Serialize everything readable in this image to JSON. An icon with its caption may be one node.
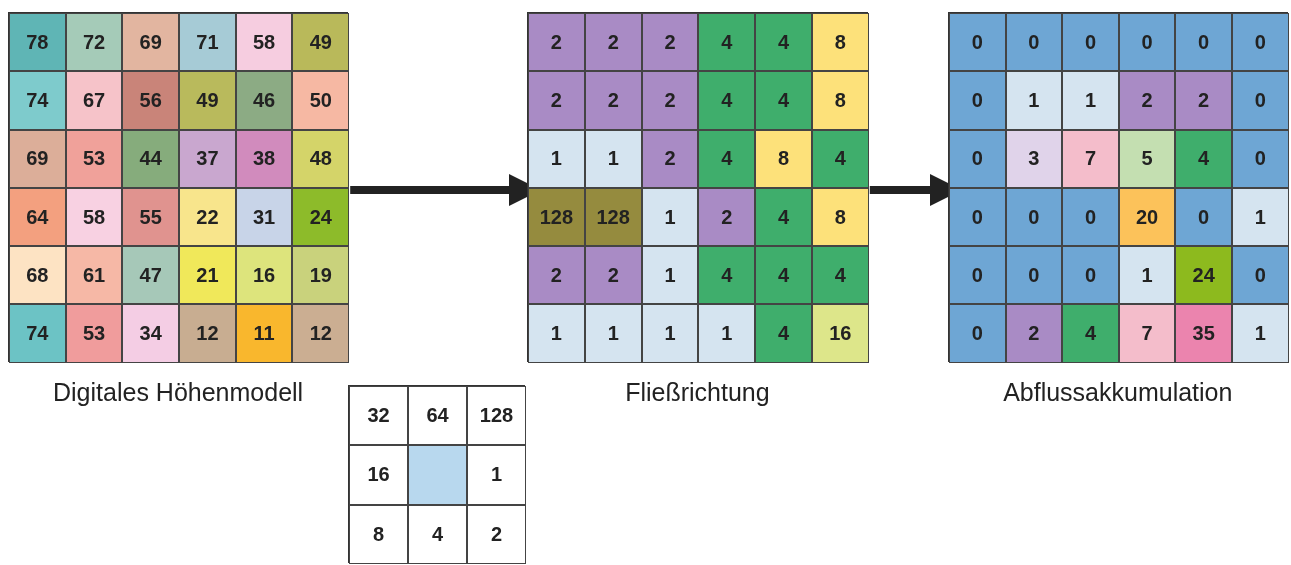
{
  "diagram": {
    "nodes": [
      {
        "text": [
          "Digitales Höhenmodell"
        ]
      },
      {
        "text": [
          "Fließrichtung"
        ]
      },
      {
        "text": [
          "Abflussakkumulation"
        ]
      },
      {
        "text": [],
        "shape": "box"
      }
    ],
    "edges": [
      {
        "from": 0,
        "to": 1,
        "arrow": "to"
      },
      {
        "from": 1,
        "to": 2,
        "arrow": "to"
      }
    ],
    "labels": [
      "78",
      "72",
      "69",
      "71",
      "58",
      "49",
      "74",
      "67",
      "56",
      "49",
      "46",
      "50",
      "69",
      "53",
      "44",
      "37",
      "38",
      "48",
      "64",
      "58",
      "55",
      "22",
      "31",
      "24",
      "68",
      "61",
      "47",
      "21",
      "16",
      "19",
      "74",
      "53",
      "34",
      "12",
      "11",
      "12",
      "2",
      "2",
      "2",
      "4",
      "4",
      "8",
      "2",
      "2",
      "2",
      "4",
      "4",
      "8",
      "1",
      "1",
      "2",
      "4",
      "8",
      "4",
      "128",
      "128",
      "1",
      "2",
      "4",
      "8",
      "2",
      "2",
      "1",
      "4",
      "4",
      "4",
      "1",
      "1",
      "1",
      "1",
      "4",
      "16",
      "0",
      "0",
      "0",
      "0",
      "0",
      "0",
      "0",
      "1",
      "1",
      "2",
      "2",
      "0",
      "0",
      "3",
      "7",
      "5",
      "4",
      "0",
      "0",
      "0",
      "0",
      "20",
      "0",
      "1",
      "0",
      "0",
      "0",
      "1",
      "24",
      "0",
      "0",
      "2",
      "4",
      "7",
      "35",
      "1",
      "32",
      "64",
      "128",
      "16",
      "1",
      "8",
      "4",
      "2"
    ]
  }
}
